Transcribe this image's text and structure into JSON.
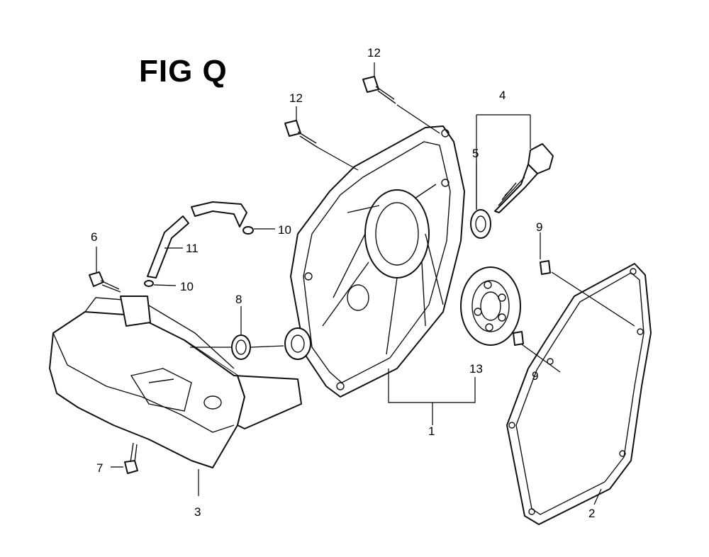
{
  "figure": {
    "title": "FIG Q"
  },
  "callouts": {
    "c1": "1",
    "c2": "2",
    "c3": "3",
    "c4": "4",
    "c5": "5",
    "c6": "6",
    "c7": "7",
    "c8": "8",
    "c9a": "9",
    "c9b": "9",
    "c10a": "10",
    "c10b": "10",
    "c11": "11",
    "c12a": "12",
    "c12b": "12",
    "c13": "13"
  }
}
